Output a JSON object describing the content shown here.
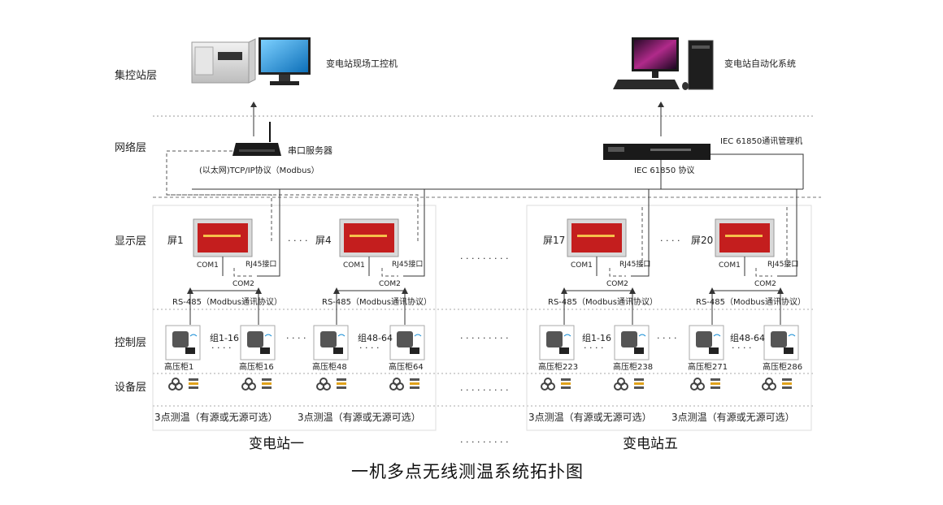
{
  "layers": {
    "control_station": "集控站层",
    "network": "网络层",
    "display": "显示层",
    "control": "控制层",
    "device": "设备层"
  },
  "top": {
    "left_pc_label": "变电站现场工控机",
    "right_pc_label": "变电站自动化系统"
  },
  "network": {
    "serial_server_label": "串口服务器",
    "left_protocol": "(以太网)TCP/IP协议（Modbus）",
    "right_device_label": "IEC 61850通讯管理机",
    "right_protocol": "IEC 61850 协议"
  },
  "screens": [
    {
      "name": "屏1",
      "com1": "COM1",
      "com2": "COM2",
      "rj45": "RJ45接口"
    },
    {
      "name": "屏4",
      "com1": "COM1",
      "com2": "COM2",
      "rj45": "RJ45接口"
    },
    {
      "name": "屏17",
      "com1": "COM1",
      "com2": "COM2",
      "rj45": "RJ45接口"
    },
    {
      "name": "屏20",
      "com1": "COM1",
      "com2": "COM2",
      "rj45": "RJ45接口"
    }
  ],
  "ellipsis_4": "· · · ·",
  "ellipsis_5": "· · · · ·",
  "rs485": "RS-485（Modbus通讯协议）",
  "groups": [
    "组1-16",
    "组48-64",
    "组1-16",
    "组48-64"
  ],
  "cabinets": [
    "高压柜1",
    "高压柜16",
    "高压柜48",
    "高压柜64",
    "高压柜223",
    "高压柜238",
    "高压柜271",
    "高压柜286"
  ],
  "measure_note": "3点测温（有源或无源可选）",
  "stations": [
    "变电站一",
    "变电站五"
  ],
  "middle_dots": "· · · · · · · · ·",
  "title": "一机多点无线测温系统拓扑图",
  "colors": {
    "screen_red": "#c41e1e",
    "monitor_blue": "#1a8fd6",
    "line": "#333333"
  }
}
